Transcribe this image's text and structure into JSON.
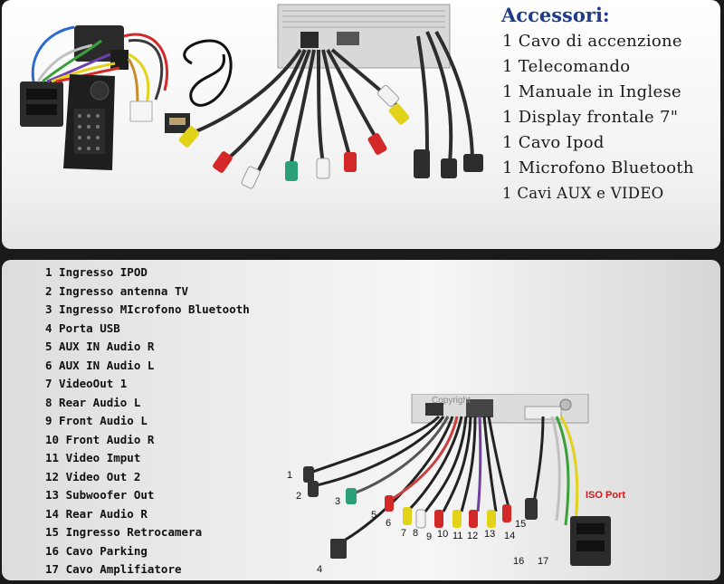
{
  "accessories": {
    "title": "Accessori:",
    "items": [
      "1 Cavo di accenzione",
      "1 Telecomando",
      "1 Manuale in Inglese",
      "1 Display frontale 7\"",
      "1 Cavo Ipod",
      "1 Microfono Bluetooth",
      "1 Cavi AUX e VIDEO"
    ]
  },
  "ports": {
    "items": [
      "1 Ingresso IPOD",
      "2 Ingresso antenna TV",
      "3 Ingresso MIcrofono Bluetooth",
      "4 Porta USB",
      "5 AUX IN Audio R",
      "6 AUX IN Audio L",
      "7 VideoOut 1",
      "8 Rear Audio L",
      "9 Front Audio L",
      "10 Front Audio R",
      "11 Video Imput",
      "12 Video Out 2",
      "13 Subwoofer Out",
      "14 Rear Audio R",
      "15 Ingresso Retrocamera",
      "16 Cavo Parking",
      "17 Cavo Amplifiatore"
    ]
  },
  "diagram": {
    "iso_label": "ISO Port",
    "copyright": "Copyright",
    "callouts": [
      "1",
      "2",
      "3",
      "4",
      "5",
      "6",
      "7",
      "8",
      "9",
      "10",
      "11",
      "12",
      "13",
      "14",
      "15",
      "16",
      "17"
    ]
  }
}
